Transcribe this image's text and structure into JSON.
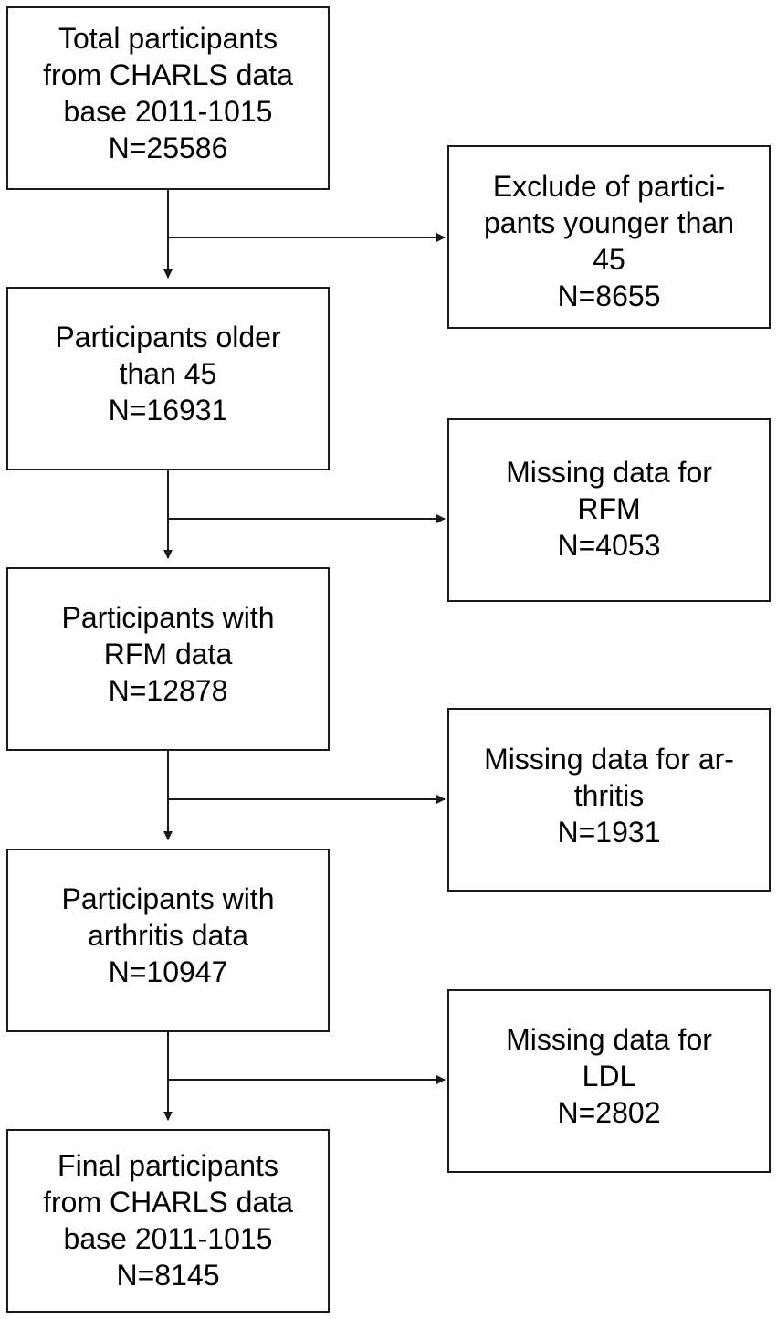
{
  "flowchart": {
    "main_steps": [
      {
        "lines": [
          "Total participants",
          "from CHARLS data",
          "base 2011-1015",
          "N=25586"
        ]
      },
      {
        "lines": [
          "Participants older",
          "than 45",
          "N=16931"
        ]
      },
      {
        "lines": [
          "Participants with",
          "RFM data",
          "N=12878"
        ]
      },
      {
        "lines": [
          "Participants with",
          "arthritis data",
          "N=10947"
        ]
      },
      {
        "lines": [
          "Final participants",
          "from CHARLS data",
          "base 2011-1015",
          "N=8145"
        ]
      }
    ],
    "exclusions": [
      {
        "lines": [
          "Exclude of partici-",
          "pants younger than",
          "45",
          "N=8655"
        ]
      },
      {
        "lines": [
          "Missing data for",
          "RFM",
          "N=4053"
        ]
      },
      {
        "lines": [
          "Missing data for ar-",
          "thritis",
          "N=1931"
        ]
      },
      {
        "lines": [
          "Missing data for",
          "LDL",
          "N=2802"
        ]
      }
    ]
  },
  "colors": {
    "border": "#1a1a1a",
    "arrow": "#1a1a1a",
    "background": "#ffffff",
    "text": "#000000"
  }
}
